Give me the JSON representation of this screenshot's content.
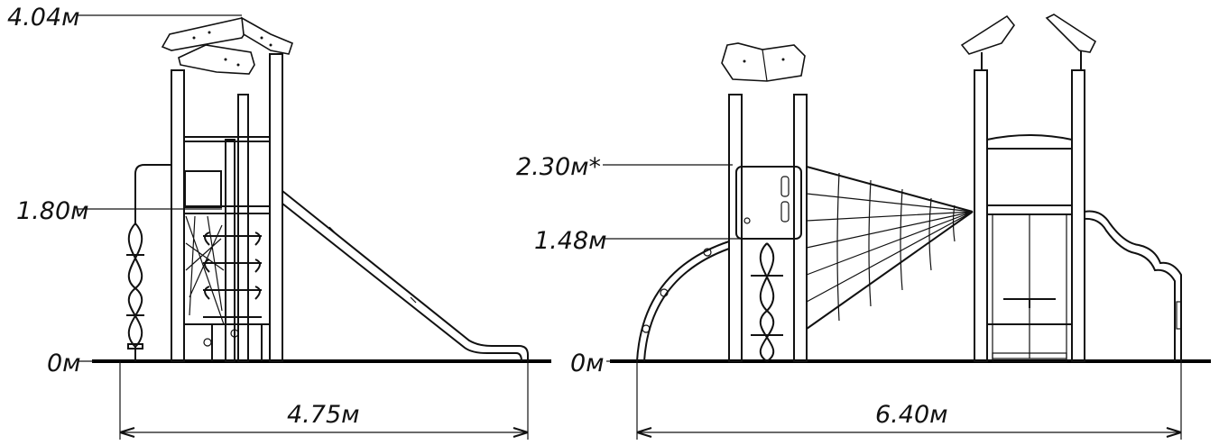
{
  "left_view": {
    "height_top": "4.04м",
    "height_platform": "1.80м",
    "ground": "0м",
    "width": "4.75м"
  },
  "right_view": {
    "height_net": "2.30м*",
    "height_platform": "1.48м",
    "ground": "0м",
    "width": "6.40м"
  }
}
